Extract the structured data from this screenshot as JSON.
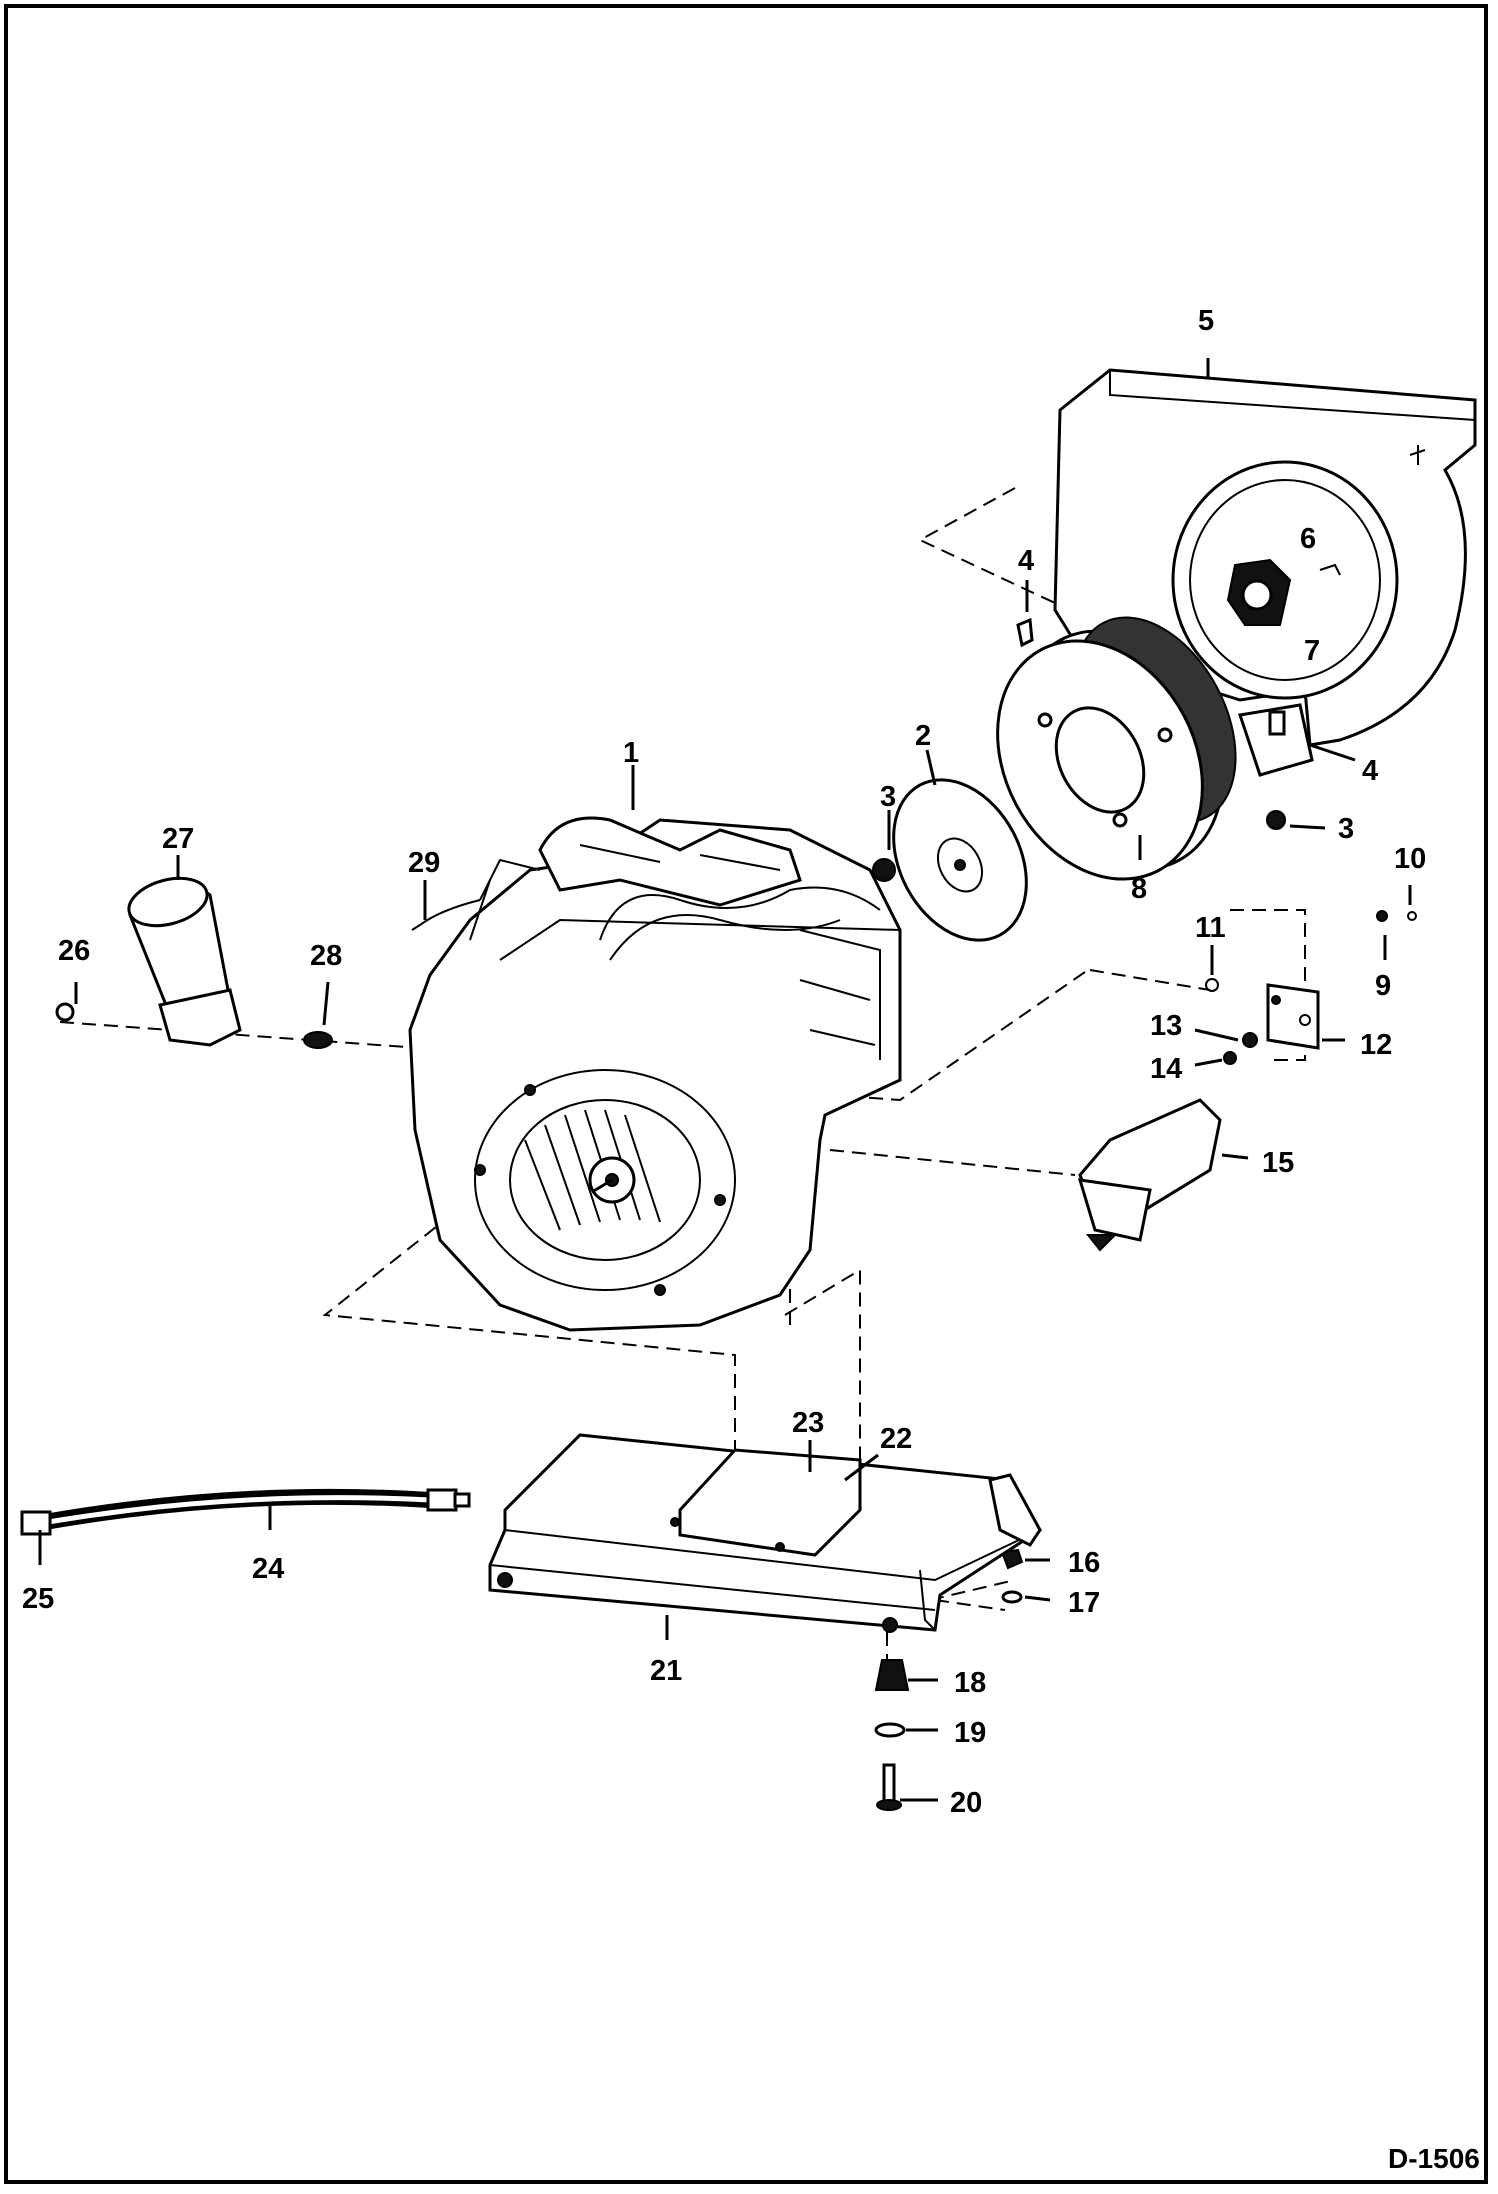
{
  "diagram": {
    "figure_id": "D-1506",
    "callouts": [
      "1",
      "2",
      "3",
      "3",
      "4",
      "4",
      "5",
      "6",
      "7",
      "8",
      "9",
      "10",
      "11",
      "12",
      "13",
      "14",
      "15",
      "16",
      "17",
      "18",
      "19",
      "20",
      "21",
      "22",
      "23",
      "24",
      "25",
      "26",
      "27",
      "28",
      "29"
    ]
  }
}
